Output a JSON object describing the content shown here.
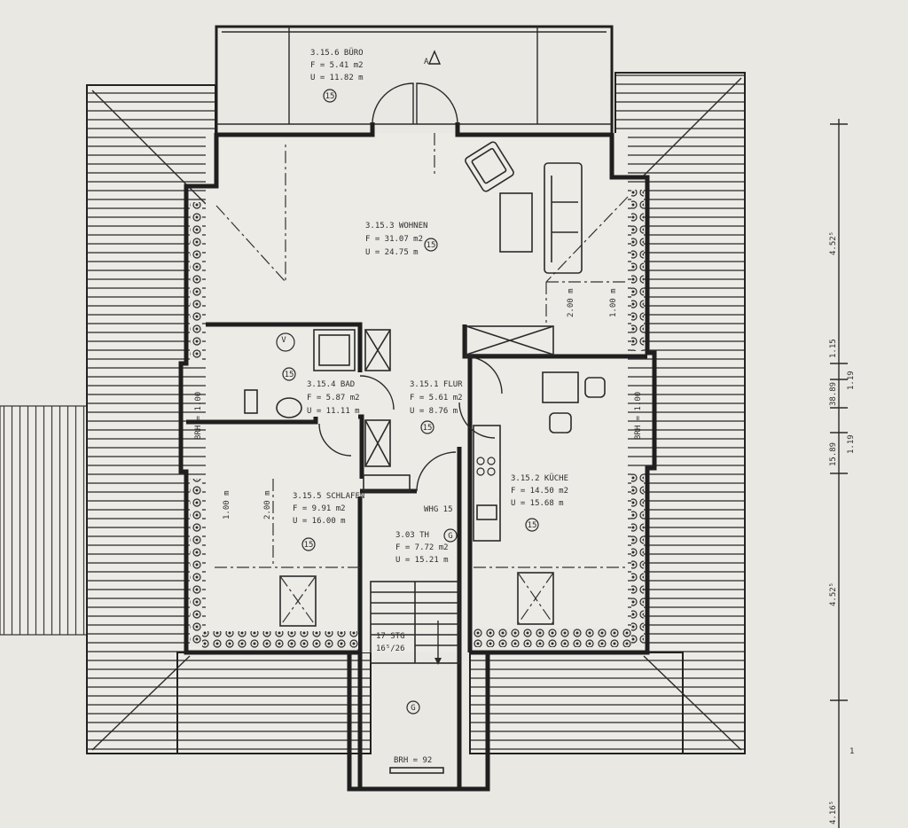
{
  "rooms": [
    {
      "id": "buero",
      "name": "3.15.6 BÜRO",
      "area": "F = 5.41 m2",
      "perimeter": "U = 11.82 m",
      "code": "15"
    },
    {
      "id": "wohnen",
      "name": "3.15.3 WOHNEN",
      "area": "F = 31.07 m2",
      "perimeter": "U = 24.75 m",
      "code": "15"
    },
    {
      "id": "bad",
      "name": "3.15.4 BAD",
      "area": "F = 5.87 m2",
      "perimeter": "U = 11.11 m",
      "code": "15"
    },
    {
      "id": "flur",
      "name": "3.15.1 FLUR",
      "area": "F = 5.61 m2",
      "perimeter": "U = 8.76 m",
      "code": "15"
    },
    {
      "id": "kueche",
      "name": "3.15.2 KÜCHE",
      "area": "F = 14.50 m2",
      "perimeter": "U = 15.68 m",
      "code": "15"
    },
    {
      "id": "schlafen",
      "name": "3.15.5 SCHLAFEN",
      "area": "F = 9.91 m2",
      "perimeter": "U = 16.00 m",
      "code": "15"
    },
    {
      "id": "th",
      "name": "3.03 TH",
      "area": "F = 7.72 m2",
      "perimeter": "U = 15.21 m",
      "code": "G"
    }
  ],
  "labels": {
    "section_marker": "A",
    "unit": "WHG 15",
    "stairs": "17 STG",
    "stairs_ratio": "16⁵/26",
    "stair_code": "G",
    "brh_bottom": "BRH = 92",
    "brh_left": "BRH = 1.00",
    "brh_right": "BRH = 1.00",
    "wall_h_living_1": "2.00 m",
    "wall_h_living_2": "1.00 m",
    "wall_h_bed_1": "1.00 m",
    "wall_h_bed_2": "2.00 m",
    "bath_v": "V"
  },
  "dimensions": {
    "top": "4.52⁵",
    "a": "1.15",
    "b": "1.19",
    "c": "38.89",
    "d": "15.89",
    "e": "1.19",
    "mid": "4.52⁵",
    "bottom": "4.16⁵",
    "one": "1"
  }
}
